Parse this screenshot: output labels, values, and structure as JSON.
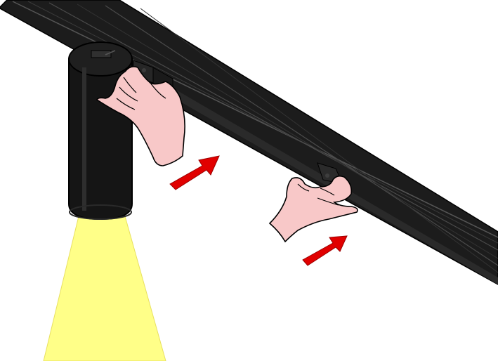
{
  "figure": {
    "subject": "track-light-installation",
    "background": "#ffffff",
    "colors": {
      "rail": "#1c1c1c",
      "rail_highlight": "#4a4a4a",
      "fixture": "#141414",
      "skin": "#f8c8c8",
      "arrow": "#e10000",
      "light_beam": "#ffff88"
    },
    "icons": [
      "track-rail",
      "spotlight-fixture",
      "light-beam",
      "hand",
      "push-arrow"
    ]
  }
}
